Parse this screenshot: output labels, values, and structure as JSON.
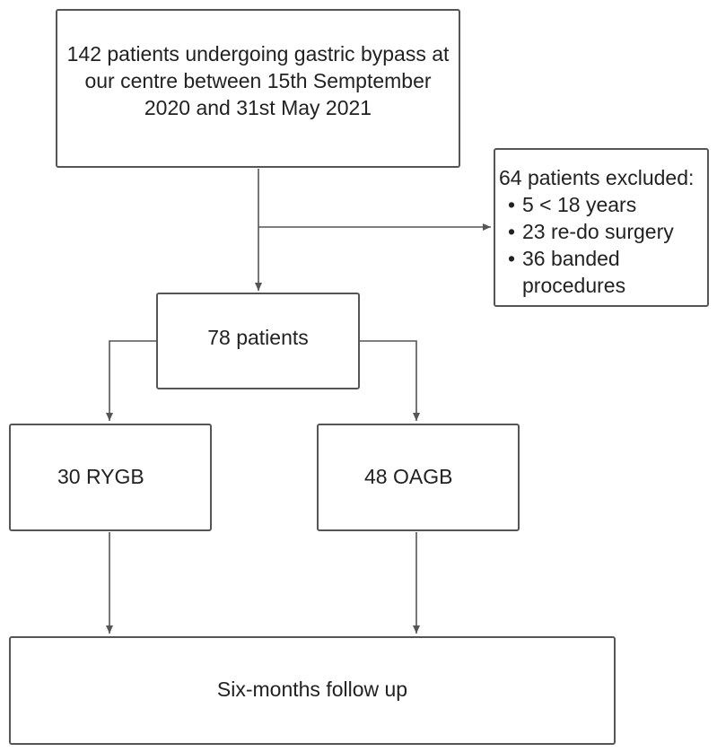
{
  "flowchart": {
    "top_box": "142 patients undergoing gastric bypass at our centre between 15th Semptember 2020 and 31st May 2021",
    "excluded": {
      "heading": "64 patients excluded:",
      "items": [
        "5 < 18 years",
        "23 re-do surgery",
        "36 banded procedures"
      ]
    },
    "middle_box": "78 patients",
    "left_box": "30 RYGB",
    "right_box": "48 OAGB",
    "bottom_box": "Six-months follow up"
  },
  "colors": {
    "border": "#555555",
    "connector": "#555555",
    "text": "#222222"
  }
}
